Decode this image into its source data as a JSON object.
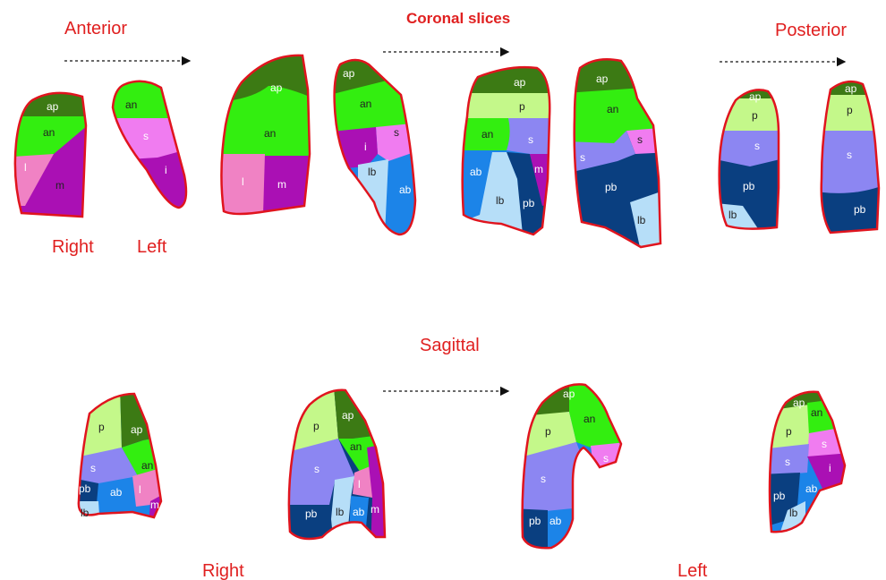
{
  "headings": {
    "anterior": "Anterior",
    "coronal": "Coronal slices",
    "posterior": "Posterior",
    "sagittal": "Sagittal",
    "coronal_right": "Right",
    "coronal_left": "Left",
    "sagittal_right": "Right",
    "sagittal_left": "Left"
  },
  "colors": {
    "outline": "#e0141e",
    "heading": "#e02020",
    "ap": "#3c7a14",
    "an": "#33ee10",
    "p": "#c4f88a",
    "s": "#8c86f2",
    "s_left": "#f07cf0",
    "l": "#f082c4",
    "m": "#aa10b4",
    "i": "#aa10b4",
    "ab": "#1c84e8",
    "pb": "#0a3f80",
    "lb": "#b6def8"
  },
  "segment_labels": {
    "ap": "ap",
    "an": "an",
    "p": "p",
    "s": "s",
    "l": "l",
    "m": "m",
    "i": "i",
    "ab": "ab",
    "pb": "pb",
    "lb": "lb"
  }
}
